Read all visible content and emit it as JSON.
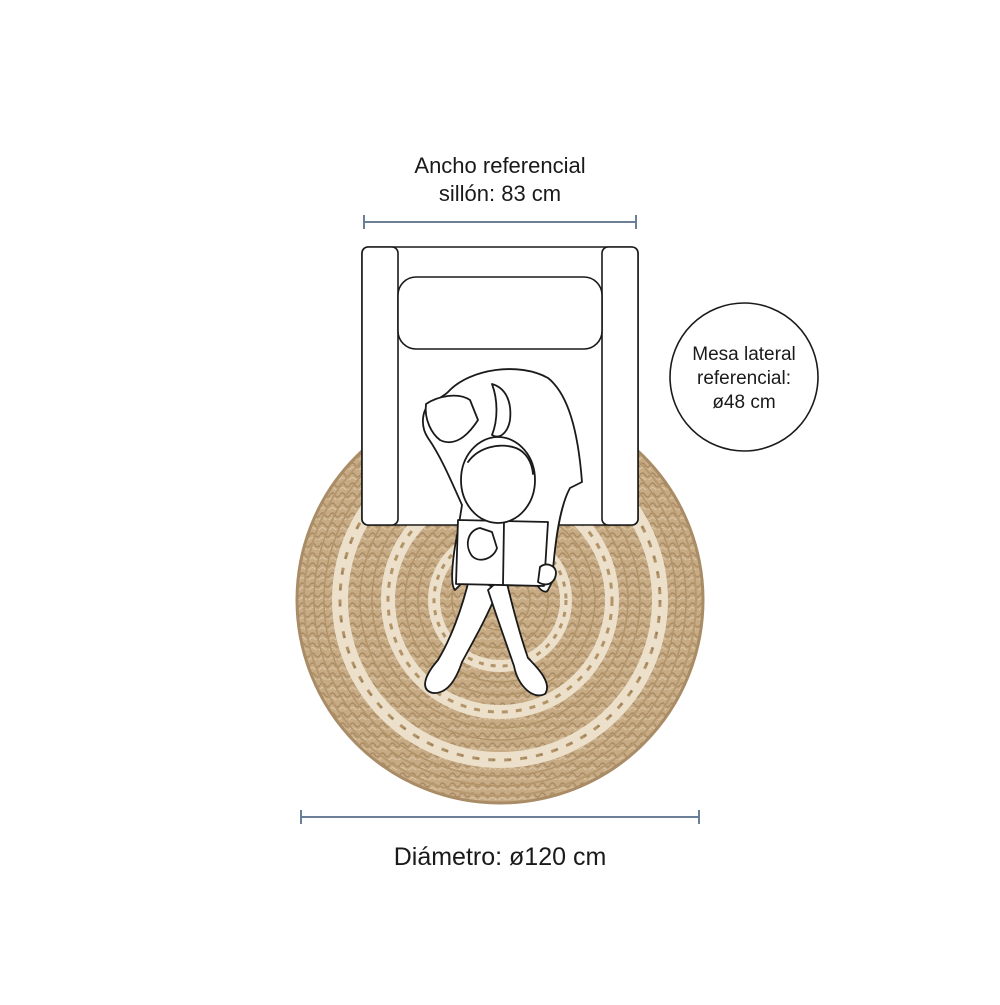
{
  "diagram": {
    "chair_width": {
      "line1": "Ancho referencial",
      "line2": "sillón: 83 cm"
    },
    "side_table": {
      "line1": "Mesa lateral",
      "line2": "referencial:",
      "line3": "ø48 cm"
    },
    "rug_diameter": {
      "text": "Diámetro: ø120 cm"
    },
    "colors": {
      "rug_base": "#c7ab85",
      "rug_dark": "#a98c66",
      "rug_light": "#e2d1b6",
      "dimension_line": "#6b7f99",
      "outline": "#1a1a1a"
    }
  }
}
